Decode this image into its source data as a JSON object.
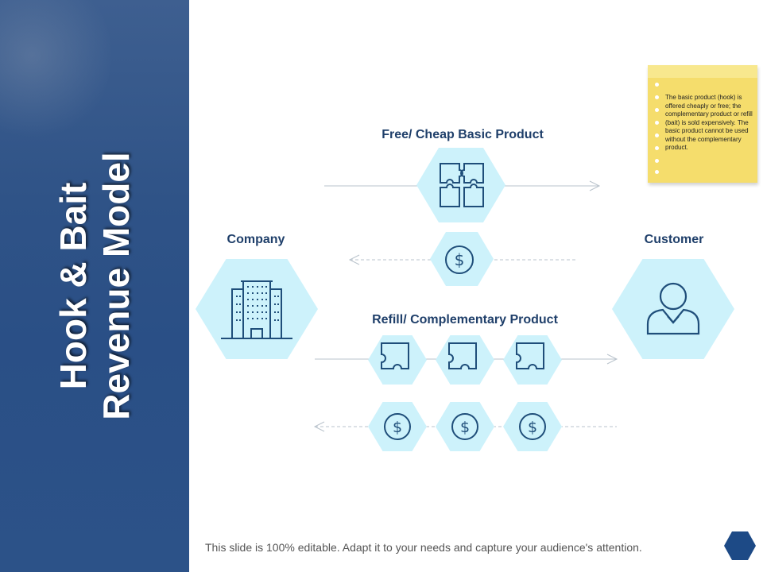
{
  "title_line1": "Hook & Bait",
  "title_line2": "Revenue Model",
  "labels": {
    "top": "Free/ Cheap Basic Product",
    "company": "Company",
    "customer": "Customer",
    "middle": "Refill/ Complementary Product"
  },
  "note_text": "The basic product (hook) is offered cheaply or free; the complementary product or refill (bait) is sold expensively. The basic product cannot be used without the complementary product.",
  "footer_text": "This slide is 100% editable. Adapt it to your needs and capture your audience's attention.",
  "colors": {
    "sidebar": "#2c5288",
    "hex_fill": "#cdf2fb",
    "icon_stroke": "#1f4e7a",
    "note": "#f5dd6c",
    "footer_hex": "#1d4a86"
  },
  "icons": [
    "puzzle-icon",
    "dollar-icon",
    "building-icon",
    "person-icon"
  ]
}
